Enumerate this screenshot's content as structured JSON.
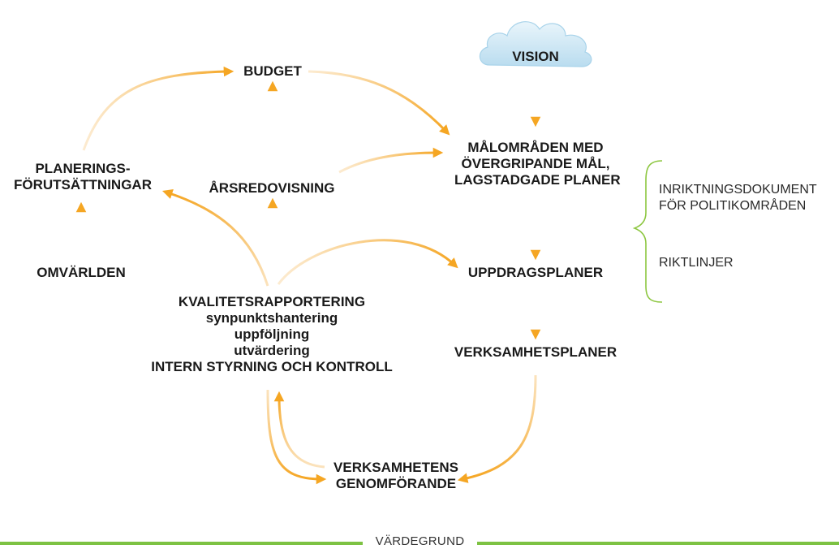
{
  "colors": {
    "arrow": "#f5a623",
    "arrow_light": "#f7c67a",
    "brace": "#8cc63f",
    "foundation_line": "#7dc243",
    "cloud_fill": "#cfe8f4",
    "cloud_edge": "#a8d3ea",
    "text": "#1a1a1a"
  },
  "nodes": {
    "vision": "VISION",
    "budget": "BUDGET",
    "malomraden": [
      "MÅLOMRÅDEN MED",
      "ÖVERGRIPANDE MÅL,",
      "LAGSTADGADE PLANER"
    ],
    "planering": [
      "PLANERINGS-",
      "FÖRUTSÄTTNINGAR"
    ],
    "arsredovisning": "ÅRSREDOVISNING",
    "omvarlden": "OMVÄRLDEN",
    "uppdragsplaner": "UPPDRAGSPLANER",
    "verksamhetsplaner": "VERKSAMHETSPLANER",
    "kvalitet": [
      "KVALITETSRAPPORTERING",
      "synpunktshantering",
      "uppföljning",
      "utvärdering",
      "INTERN STYRNING OCH KONTROLL"
    ],
    "genomforande": [
      "VERKSAMHETENS",
      "GENOMFÖRANDE"
    ]
  },
  "side": {
    "inriktning": [
      "INRIKTNINGSDOKUMENT",
      "FÖR POLITIKOMRÅDEN"
    ],
    "riktlinjer": "RIKTLINJER"
  },
  "foundation": {
    "label": "VÄRDEGRUND"
  }
}
